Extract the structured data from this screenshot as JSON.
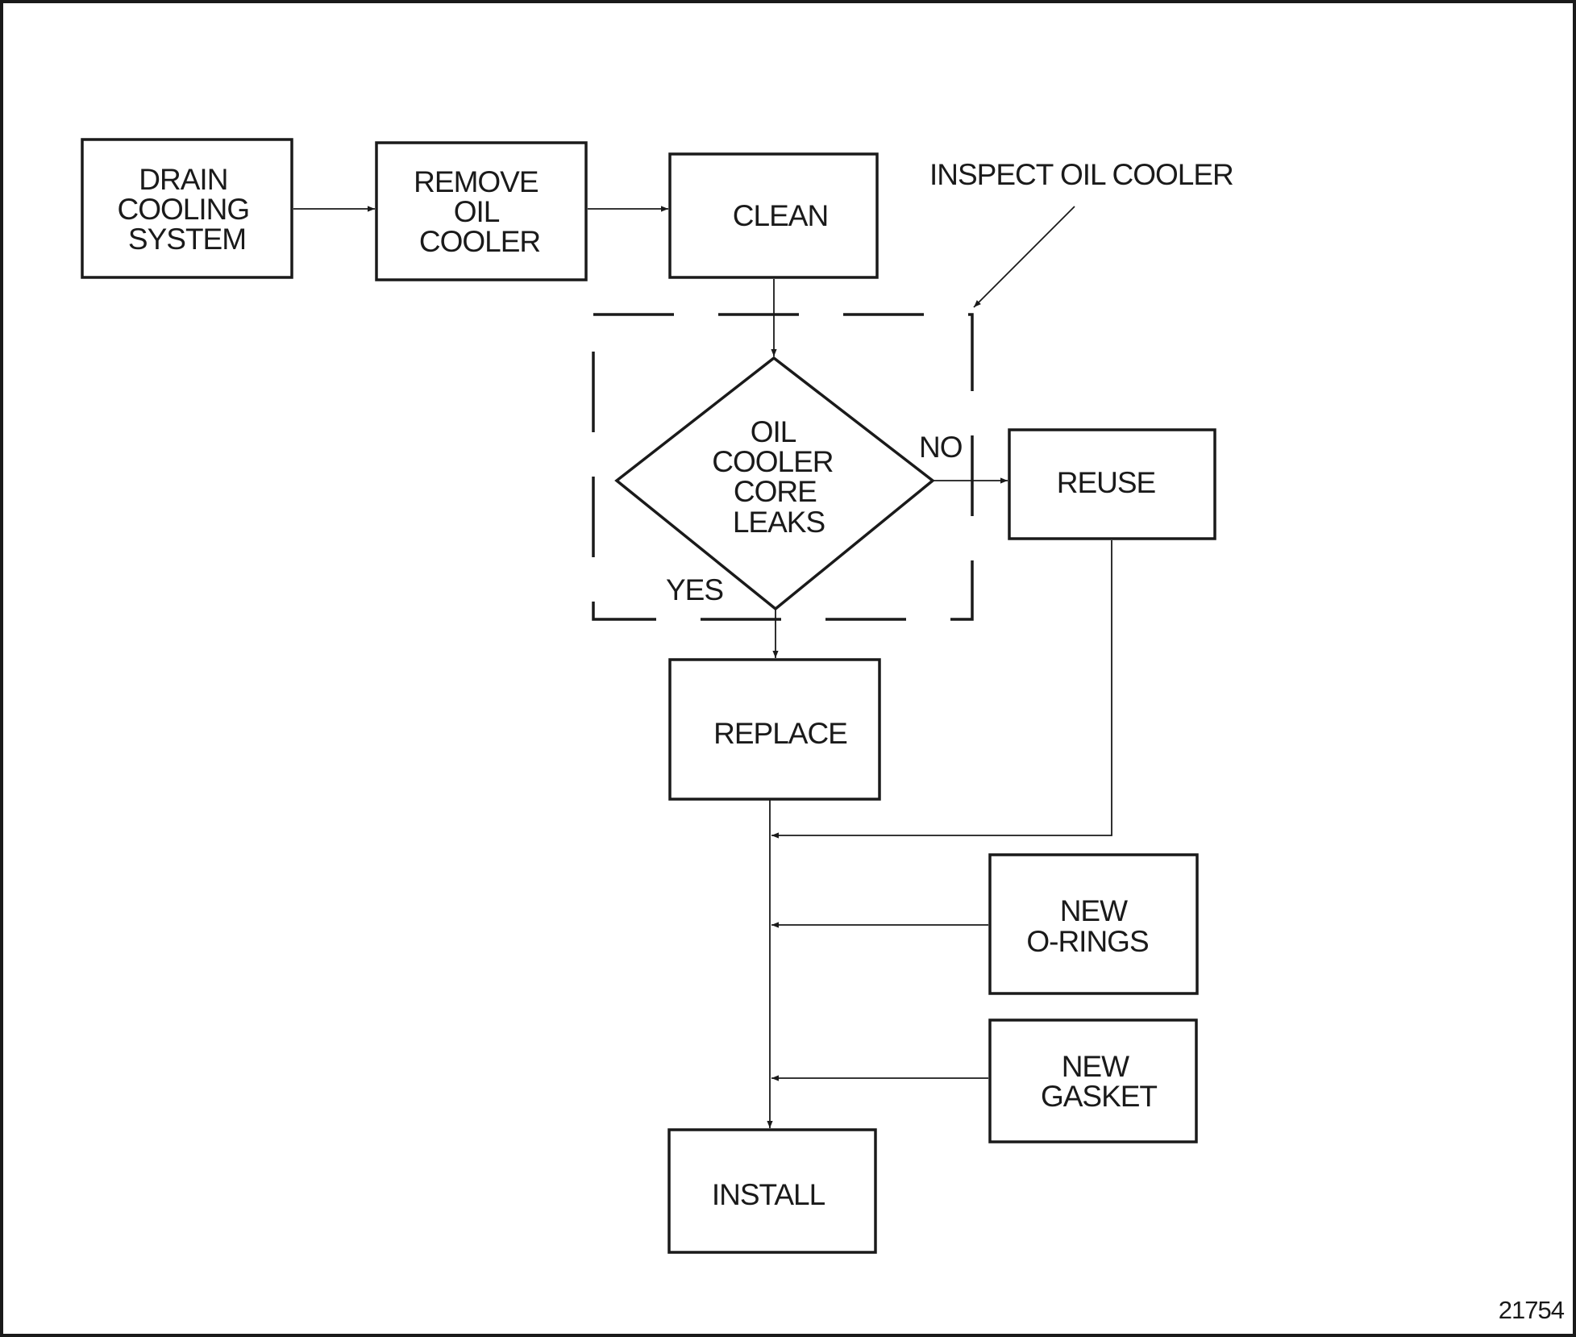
{
  "diagram": {
    "nodes": {
      "drain": [
        "DRAIN",
        "COOLING",
        "SYSTEM"
      ],
      "remove": [
        "REMOVE",
        "OIL",
        "COOLER"
      ],
      "clean": [
        "CLEAN"
      ],
      "decision": [
        "OIL",
        "COOLER",
        "CORE",
        "LEAKS"
      ],
      "reuse": [
        "REUSE"
      ],
      "replace": [
        "REPLACE"
      ],
      "new_orings": [
        "NEW",
        "O-RINGS"
      ],
      "new_gasket": [
        "NEW",
        "GASKET"
      ],
      "install": [
        "INSTALL"
      ]
    },
    "labels": {
      "inspect_group": "INSPECT OIL COOLER",
      "no": "NO",
      "yes": "YES"
    },
    "figure_number": "21754"
  }
}
